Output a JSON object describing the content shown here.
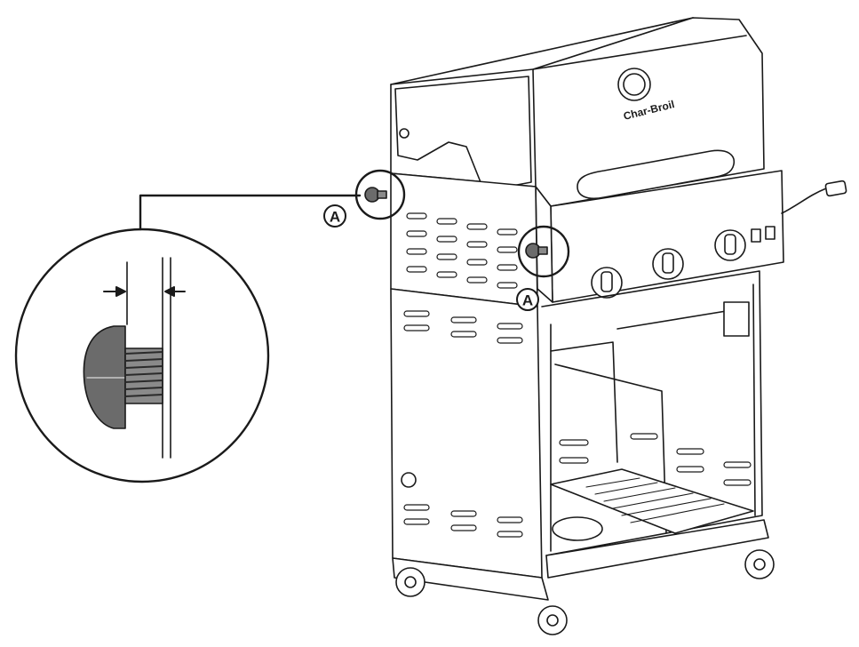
{
  "diagram": {
    "callouts": [
      {
        "letter": "A"
      },
      {
        "letter": "A"
      }
    ],
    "brand": "Char-Broil",
    "colors": {
      "line": "#1a1a1a",
      "fill": "#ffffff",
      "panel": "#f2f2f2",
      "screw": "#6b6b6b"
    }
  }
}
